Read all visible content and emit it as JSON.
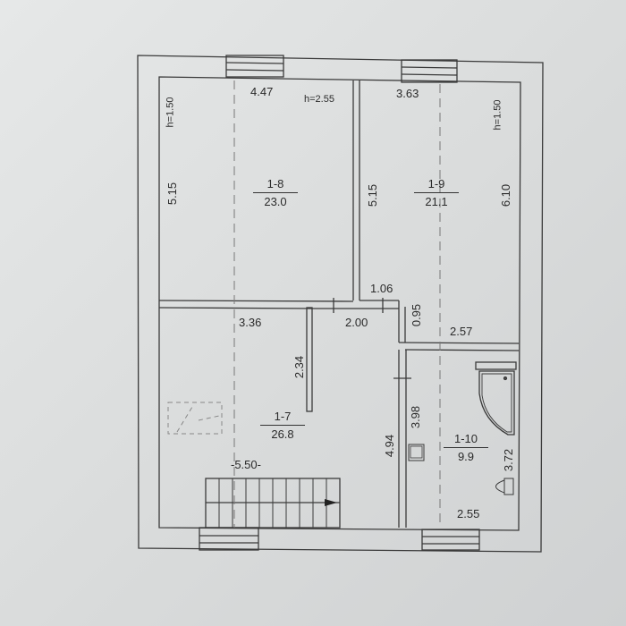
{
  "floor_plan": {
    "type": "architectural floor plan",
    "colors": {
      "paper": "#dcdede",
      "ink": "#2a2a2a",
      "line": "#3a3a3a"
    },
    "rooms": [
      {
        "id": "1-8",
        "area": "23.0",
        "dimensions": {
          "width": "4.47",
          "height": "5.15"
        },
        "ceiling_heights": [
          "h=1.50",
          "h=2.55"
        ]
      },
      {
        "id": "1-9",
        "area": "21.1",
        "dimensions": {
          "width": "3.63",
          "left_height": "5.15",
          "right_height": "6.10",
          "notch_width": "1.06",
          "notch_height": "0.95",
          "bottom_width": "2.57"
        },
        "ceiling_heights": [
          "h=1.50"
        ]
      },
      {
        "id": "1-7",
        "area": "26.8",
        "dimensions": {
          "width_top": "3.36",
          "width_mid": "2.00",
          "partition": "2.34",
          "width_total": "-5.50-",
          "height_right": "4.94"
        }
      },
      {
        "id": "1-10",
        "area": "9.9",
        "dimensions": {
          "height_left": "3.98",
          "height_right": "3.72",
          "width": "2.55"
        },
        "fixtures": [
          "bathtub",
          "sink",
          "toilet"
        ]
      }
    ],
    "other_elements": [
      "staircase",
      "windows-top-2",
      "windows-bottom-2",
      "ventilation-shaft"
    ]
  }
}
